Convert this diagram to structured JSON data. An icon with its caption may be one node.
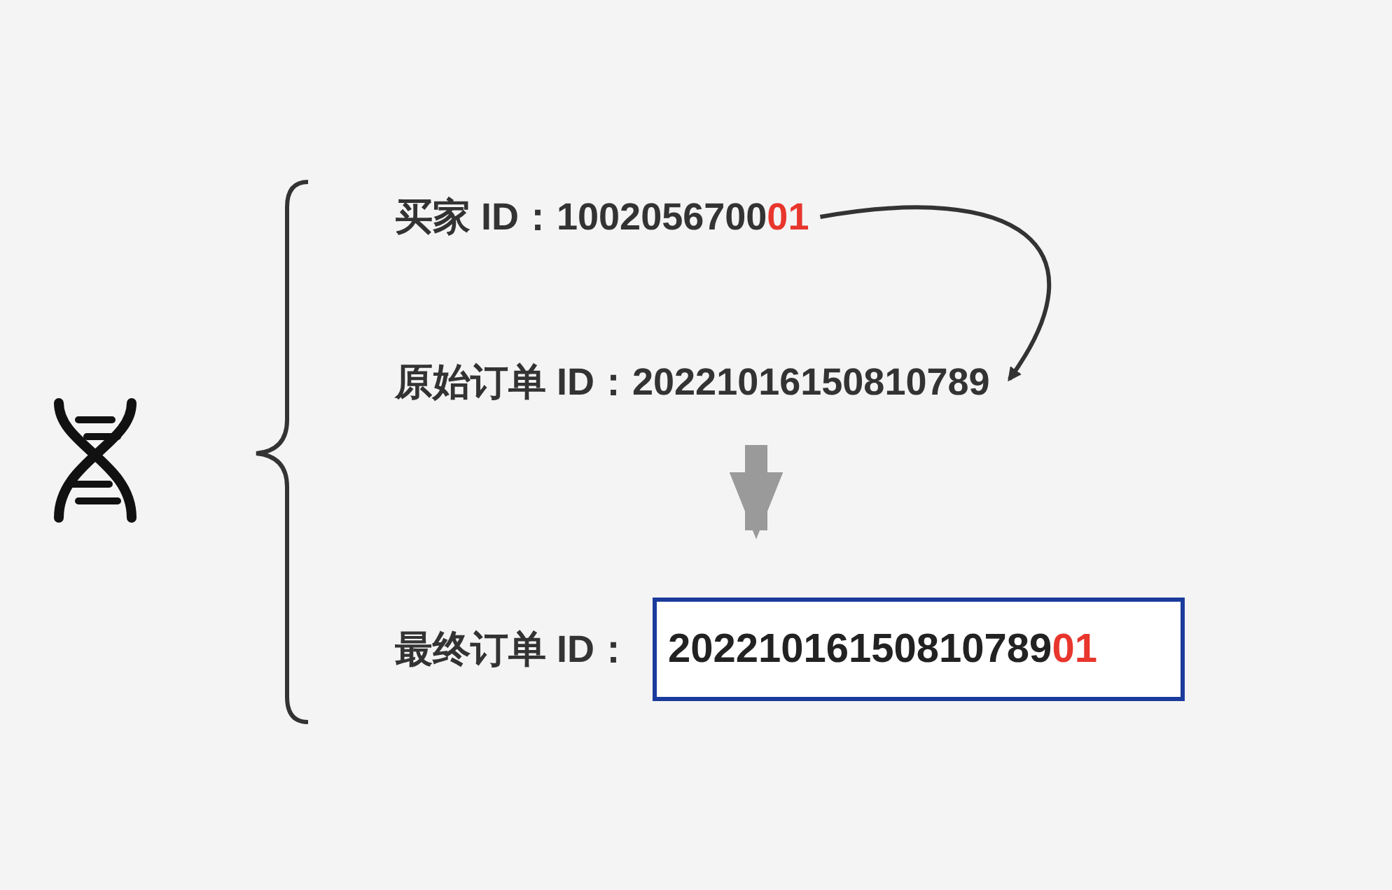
{
  "diagram": {
    "nodes": [
      {
        "text": [
          "买家 ID：100205670001"
        ]
      },
      {
        "text": [
          "原始订单 ID：20221016150810789"
        ]
      },
      {
        "text": [
          "最终订单 ID："
        ]
      },
      {
        "text": [
          "2022101615081078901"
        ]
      }
    ],
    "edges": [
      {
        "from": 0,
        "to": 1,
        "arrow": "to"
      },
      {
        "from": 1,
        "to": 3,
        "arrow": "to",
        "style": "thick",
        "color": "#9a9a9a"
      }
    ]
  }
}
